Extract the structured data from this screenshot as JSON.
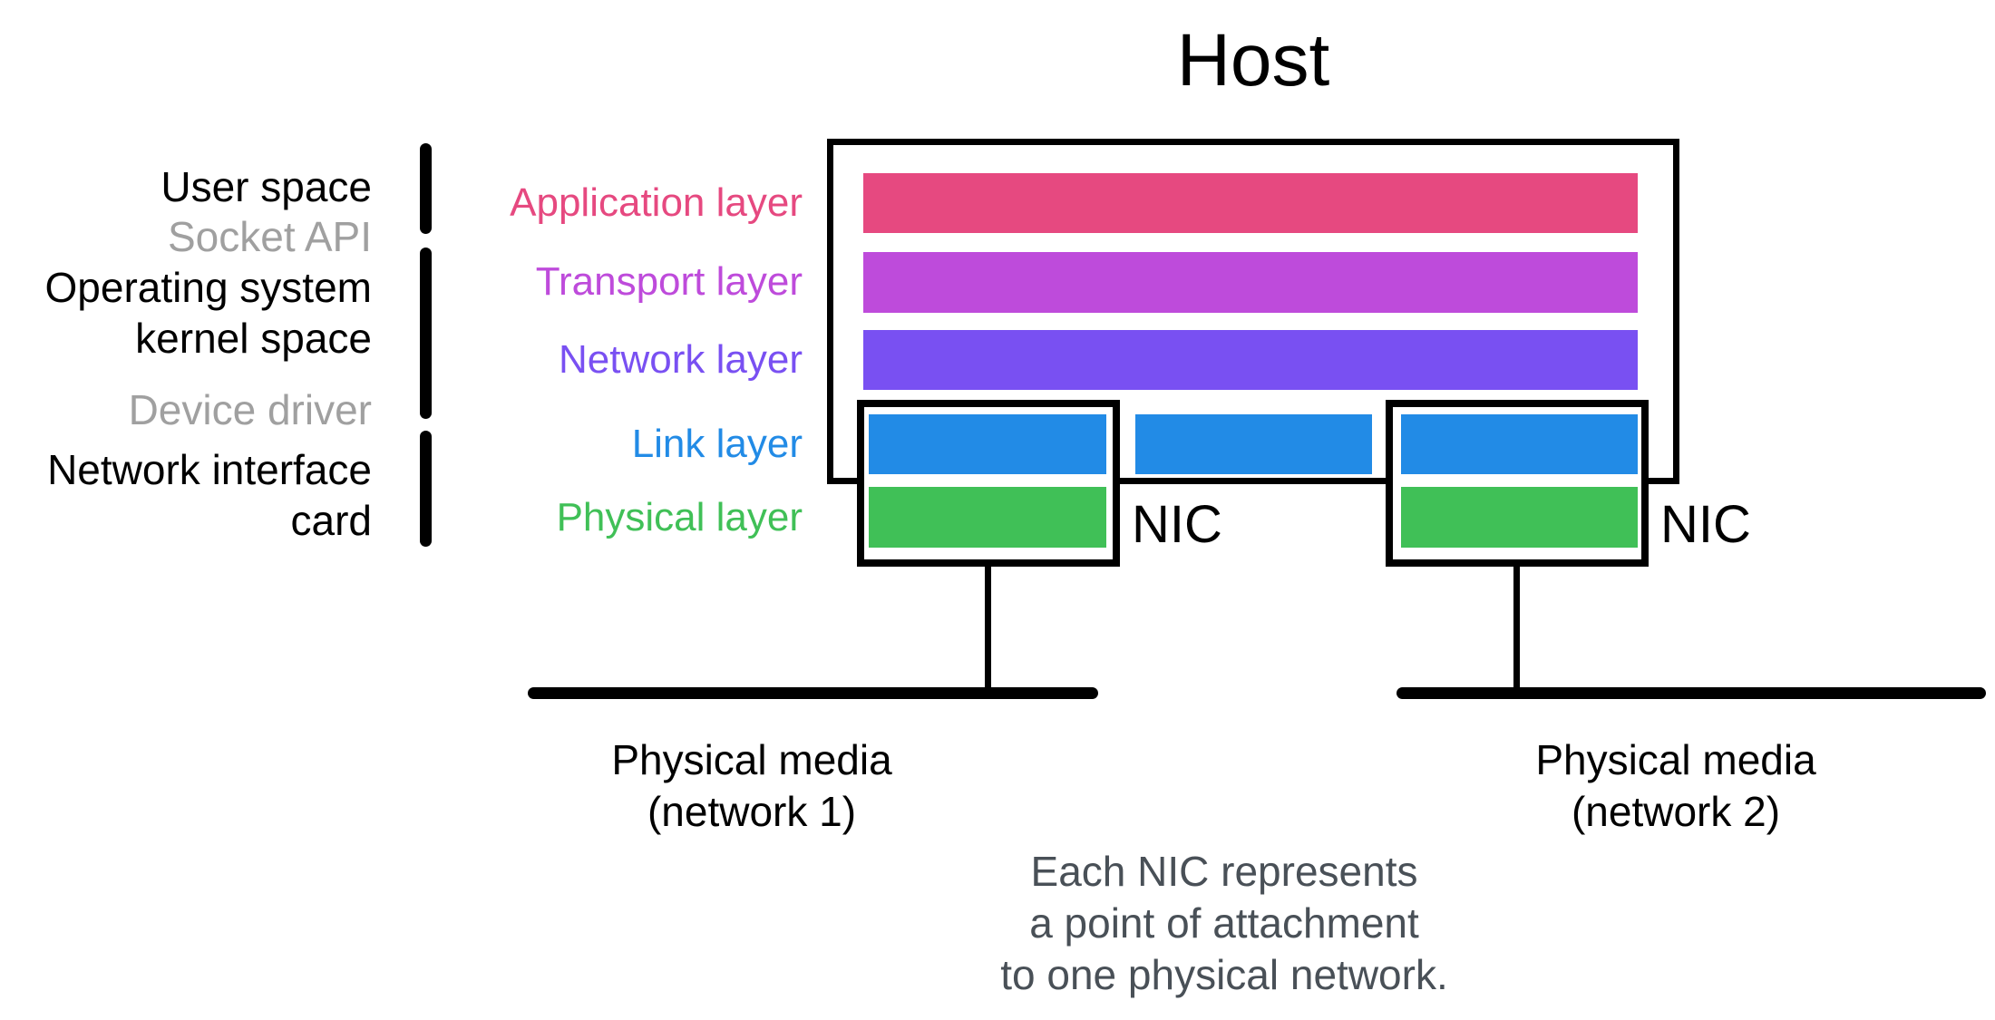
{
  "title": "Host",
  "left_annotations": {
    "user_space": "User space",
    "socket_api": "Socket API",
    "os_kernel_line1": "Operating system",
    "os_kernel_line2": "kernel space",
    "device_driver": "Device driver",
    "nic_card_line1": "Network interface",
    "nic_card_line2": "card"
  },
  "layers": [
    {
      "label": "Application layer",
      "color": "#E64980"
    },
    {
      "label": "Transport layer",
      "color": "#BE4BDB"
    },
    {
      "label": "Network layer",
      "color": "#7950F2"
    },
    {
      "label": "Link layer",
      "color": "#228BE6"
    },
    {
      "label": "Physical layer",
      "color": "#40C057"
    }
  ],
  "nic": {
    "label_left": "NIC",
    "label_right": "NIC"
  },
  "media": {
    "network1_line1": "Physical media",
    "network1_line2": "(network 1)",
    "network2_line1": "Physical media",
    "network2_line2": "(network 2)"
  },
  "caption": {
    "line1": "Each NIC represents",
    "line2": "a point of attachment",
    "line3": "to one physical network.",
    "color": "#495057"
  },
  "colors": {
    "outline": "#000000",
    "muted_label": "#A0A0A0"
  }
}
